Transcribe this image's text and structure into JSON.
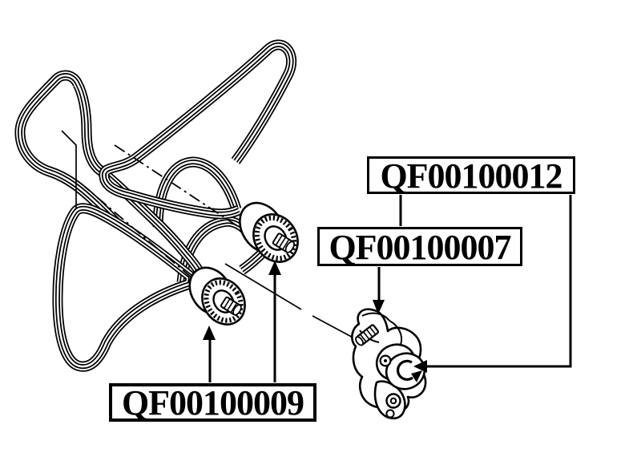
{
  "diagram": {
    "background_color": "#ffffff",
    "ink_color": "#000000",
    "part_labels": [
      {
        "text": "QF00100012"
      },
      {
        "text": "QF00100007"
      },
      {
        "text": "QF00100009"
      }
    ],
    "components": [
      "serpentine-belt",
      "idler-pulley-upper",
      "idler-pulley-lower",
      "belt-tensioner"
    ]
  }
}
